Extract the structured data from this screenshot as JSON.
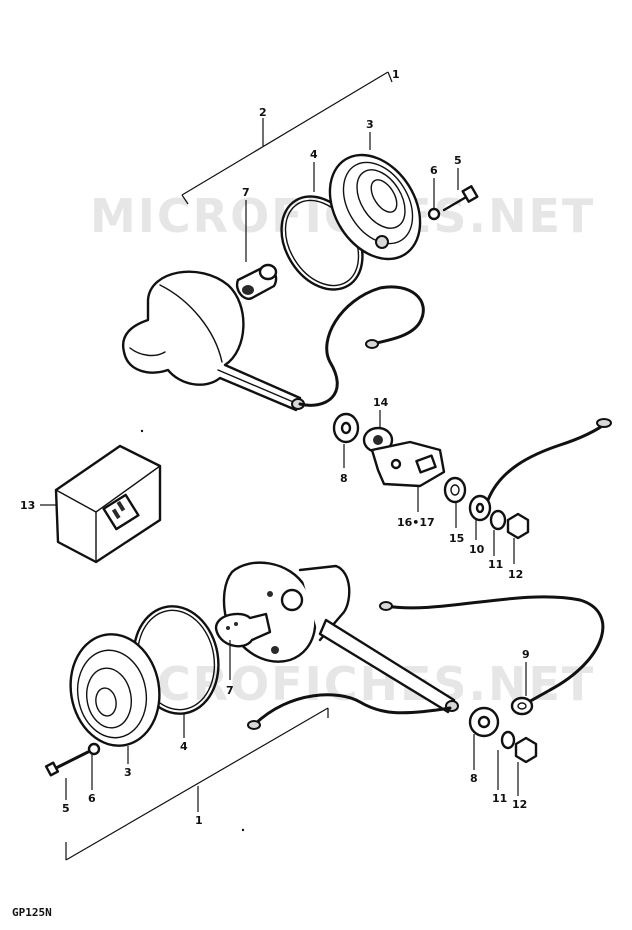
{
  "watermark": "MICROFICHES.NET",
  "model_code": "GP125N",
  "callouts": {
    "c1_top": "1",
    "c2": "2",
    "c3_top": "3",
    "c4_top": "4",
    "c5_top": "5",
    "c6_top": "6",
    "c7_top": "7",
    "c8_top": "8",
    "c14": "14",
    "c1617": "16•17",
    "c15": "15",
    "c10": "10",
    "c11_top": "11",
    "c12_top": "12",
    "c13": "13",
    "c9": "9",
    "c7_bot": "7",
    "c4_bot": "4",
    "c3_bot": "3",
    "c5_bot": "5",
    "c6_bot": "6",
    "c8_bot": "8",
    "c11_bot": "11",
    "c12_bot": "12",
    "c1_bot": "1"
  }
}
